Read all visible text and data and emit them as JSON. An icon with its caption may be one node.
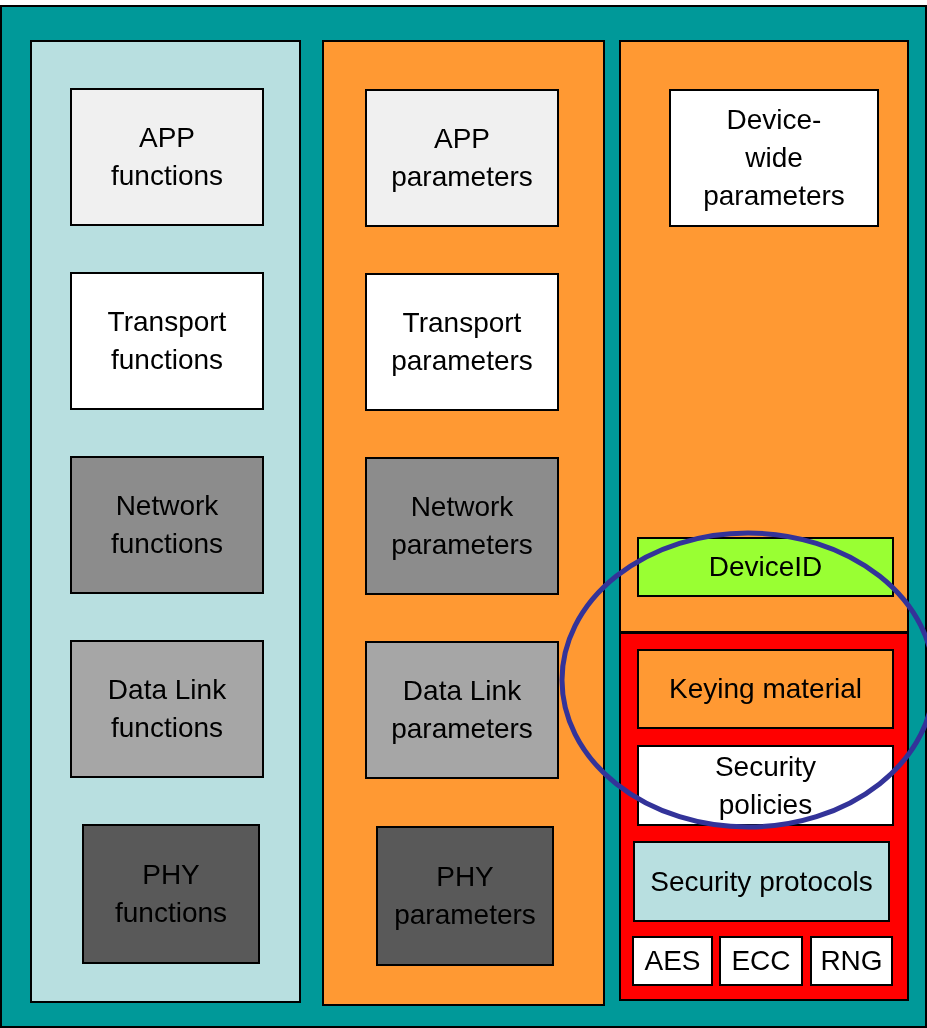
{
  "diagram": {
    "nodes": [
      {
        "text": [],
        "shape": "box"
      },
      {
        "text": [],
        "shape": "box",
        "in": 0
      },
      {
        "text": [
          "APP functions"
        ],
        "in": 1
      },
      {
        "text": [
          "Transport functions"
        ],
        "in": 1
      },
      {
        "text": [
          "Network functions"
        ],
        "in": 1
      },
      {
        "text": [
          "Data Link functions"
        ],
        "in": 1
      },
      {
        "text": [
          "PHY functions"
        ],
        "in": 1
      },
      {
        "text": [],
        "shape": "box",
        "in": 0
      },
      {
        "text": [
          "APP parameters"
        ],
        "in": 7
      },
      {
        "text": [
          "Transport parameters"
        ],
        "in": 7
      },
      {
        "text": [
          "Network parameters"
        ],
        "in": 7
      },
      {
        "text": [
          "Data Link parameters"
        ],
        "in": 7
      },
      {
        "text": [
          "PHY parameters"
        ],
        "in": 7
      },
      {
        "text": [],
        "shape": "box",
        "in": 0
      },
      {
        "text": [
          "Device-wide parameters"
        ],
        "in": 13
      },
      {
        "text": [
          "DeviceID"
        ],
        "in": 13
      },
      {
        "text": [],
        "shape": "box",
        "in": 0
      },
      {
        "text": [
          "Keying material"
        ],
        "in": 16
      },
      {
        "text": [
          "Security policies"
        ],
        "in": 16
      },
      {
        "text": [
          "Security protocols"
        ],
        "in": 16
      },
      {
        "text": [
          "AES"
        ],
        "in": 16
      },
      {
        "text": [
          "ECC"
        ],
        "in": 16
      },
      {
        "text": [
          "RNG"
        ],
        "in": 16
      }
    ],
    "edges": []
  }
}
